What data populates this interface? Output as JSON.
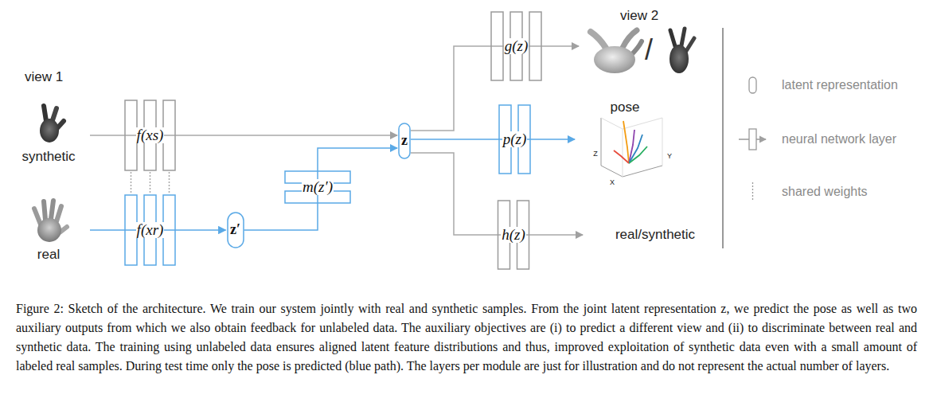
{
  "diagram": {
    "caption": "Figure 2: Sketch of the architecture. We train our system jointly with real and synthetic samples. From the joint latent representation z, we predict the pose as well as two auxiliary outputs from which we also obtain feedback for unlabeled data. The auxiliary objectives are (i) to predict a different view and (ii) to discriminate between real and synthetic data. The training using unlabeled data ensures aligned latent feature distributions and thus, improved exploitation of synthetic data even with a small amount of labeled real samples. During test time only the pose is predicted (blue path). The layers per module are just for illustration and do not represent the actual number of layers.",
    "nodes": [
      {
        "text": [
          "f(xs)"
        ]
      },
      {
        "text": [
          "f(xr)"
        ]
      },
      {
        "text": [
          "z′"
        ]
      },
      {
        "text": [
          "m(z′)"
        ]
      },
      {
        "text": [
          "z"
        ]
      },
      {
        "text": [
          "g(z)"
        ]
      },
      {
        "text": [
          "p(z)"
        ]
      },
      {
        "text": [
          "h(z)"
        ]
      }
    ],
    "edges": [
      {
        "from": 0,
        "to": 1,
        "arrow": "none"
      },
      {
        "from": 0,
        "to": 4,
        "arrow": "to"
      },
      {
        "from": 1,
        "to": 2,
        "arrow": "to"
      },
      {
        "from": 2,
        "to": 3,
        "arrow": "none"
      },
      {
        "from": 3,
        "to": 4,
        "arrow": "to"
      },
      {
        "from": 4,
        "to": 5,
        "arrow": "none"
      },
      {
        "from": 4,
        "to": 6,
        "arrow": "none"
      },
      {
        "from": 4,
        "to": 7,
        "arrow": "none"
      }
    ],
    "labels": [
      "view 1",
      "synthetic",
      "real",
      "view 2",
      "/",
      "pose",
      "Z",
      "Y",
      "X",
      "real/synthetic"
    ],
    "legend": [
      {
        "text": "latent representation"
      },
      {
        "text": "neural network layer"
      },
      {
        "text": "shared weights"
      }
    ]
  }
}
